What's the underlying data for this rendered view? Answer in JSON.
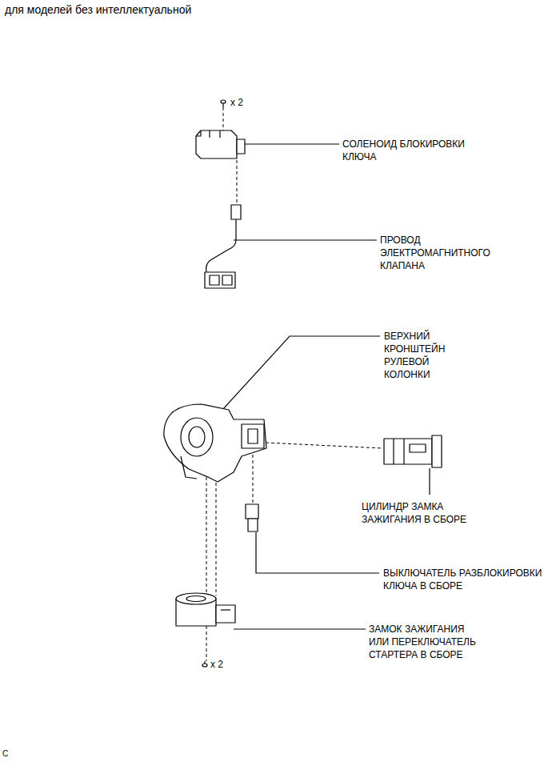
{
  "diagram": {
    "title": "для моделей без интеллектуальной",
    "labels": [
      "x 2",
      "СОЛЕНОИД БЛОКИРОВКИ КЛЮЧА",
      "ПРОВОД ЭЛЕКТРОМАГНИТНОГО КЛАПАНА",
      "ВЕРХНИЙ КРОНШТЕЙН РУЛЕВОЙ КОЛОНКИ",
      "ЦИЛИНДР ЗАМКА ЗАЖИГАНИЯ В СБОРЕ",
      "ВЫКЛЮЧАТЕЛЬ РАЗБЛОКИРОВКИ КЛЮЧА В СБОРЕ",
      "ЗАМОК ЗАЖИГАНИЯ ИЛИ ПЕРЕКЛЮЧАТЕЛЬ СТАРТЕРА В СБОРЕ",
      "x 2",
      "C"
    ]
  }
}
